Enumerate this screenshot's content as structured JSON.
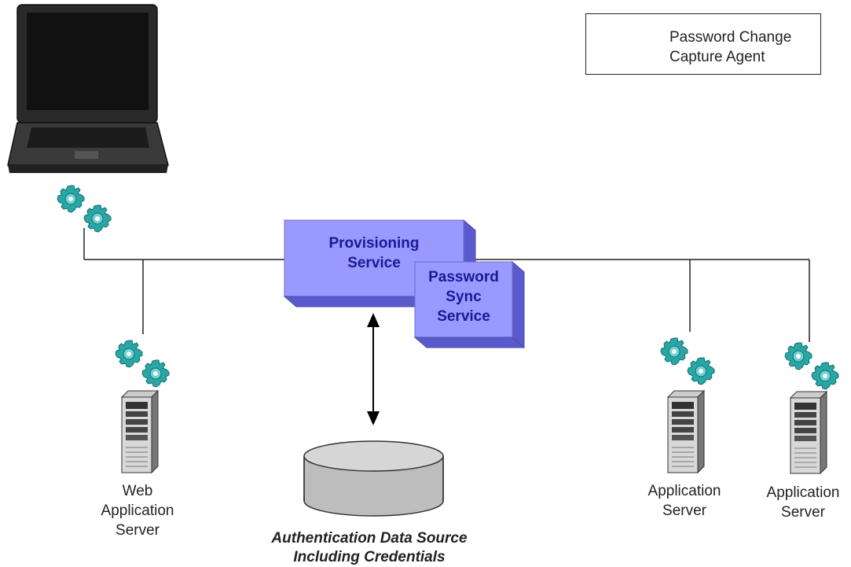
{
  "legend": {
    "label": "Password Change\nCapture Agent",
    "icon": "gears-icon"
  },
  "services": {
    "provisioning": "Provisioning\nService",
    "password_sync": "Password\nSync\nService"
  },
  "servers": [
    {
      "label": "Web\nApplication\nServer",
      "icon": "server-tower-icon"
    },
    {
      "label": "Application\nServer",
      "icon": "server-tower-icon"
    },
    {
      "label": "Application\nServer",
      "icon": "server-tower-icon"
    }
  ],
  "datasource": {
    "caption": "Authentication Data Source\nIncluding Credentials",
    "icon": "database-cylinder-icon"
  },
  "client": {
    "icon": "laptop-icon"
  },
  "colors": {
    "service_face": "#9999ff",
    "service_text": "#1a1a99",
    "gear": "#2aa6a6",
    "line": "#222222"
  }
}
